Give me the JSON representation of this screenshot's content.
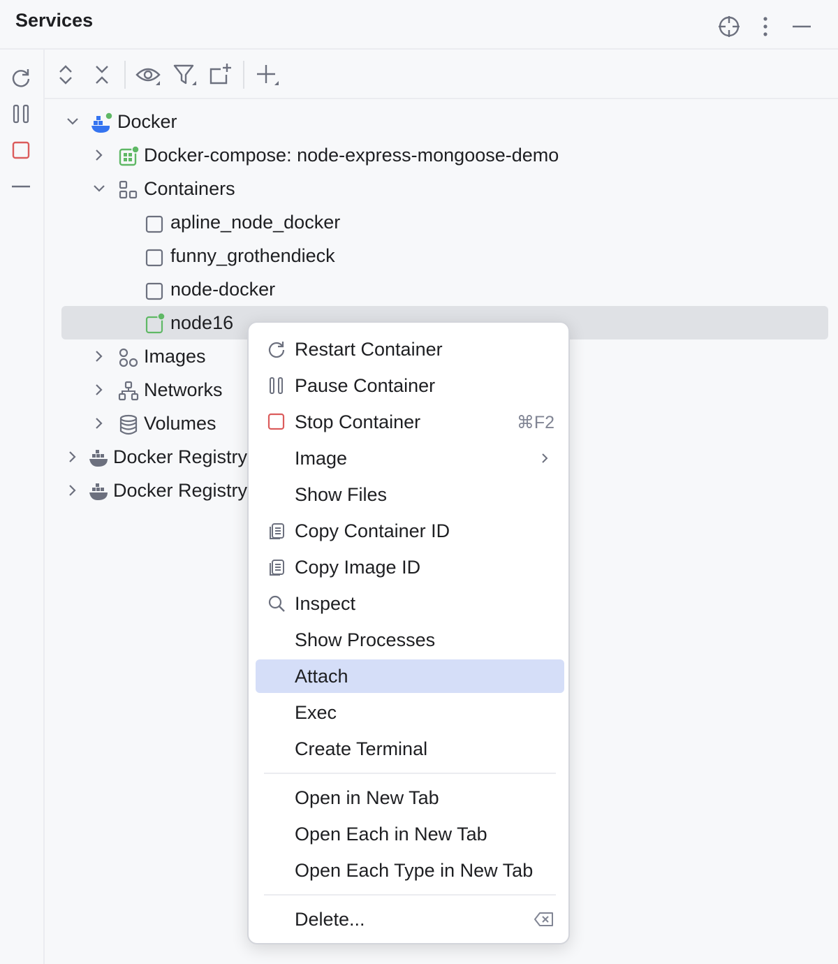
{
  "header": {
    "title": "Services"
  },
  "tree": {
    "root": "Docker",
    "compose": "Docker-compose: node-express-mongoose-demo",
    "containers_group": "Containers",
    "containers": [
      "apline_node_docker",
      "funny_grothendieck",
      "node-docker",
      "node16"
    ],
    "images": "Images",
    "networks": "Networks",
    "volumes": "Volumes",
    "registry_1": "Docker Registry",
    "registry_2": "Docker Registry"
  },
  "menu": {
    "restart": "Restart Container",
    "pause": "Pause Container",
    "stop": "Stop Container",
    "stop_shortcut": "⌘F2",
    "image": "Image",
    "show_files": "Show Files",
    "copy_container_id": "Copy Container ID",
    "copy_image_id": "Copy Image ID",
    "inspect": "Inspect",
    "show_processes": "Show Processes",
    "attach": "Attach",
    "exec": "Exec",
    "create_terminal": "Create Terminal",
    "open_new_tab": "Open in New Tab",
    "open_each_new_tab": "Open Each in New Tab",
    "open_each_type_new_tab": "Open Each Type in New Tab",
    "delete": "Delete..."
  },
  "colors": {
    "accent_blue": "#3574f0",
    "running_green": "#5fb865",
    "stop_red": "#db5c5c",
    "highlight": "#d5def8",
    "selection": "#dfe1e5"
  }
}
